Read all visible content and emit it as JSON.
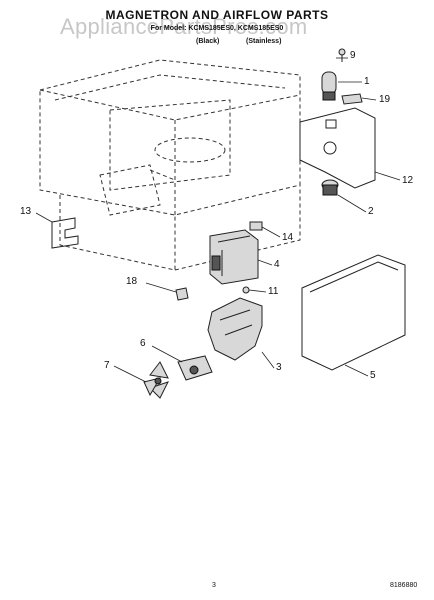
{
  "header": {
    "title": "MAGNETRON AND AIRFLOW PARTS",
    "subtitle": "For Model: KCMS185ES0, KCMS185ES0",
    "variants": [
      "(Black)",
      "(Stainless)"
    ]
  },
  "watermark": "AppliancePartsPros.com",
  "callouts": [
    {
      "id": "1",
      "label": "1"
    },
    {
      "id": "2",
      "label": "2"
    },
    {
      "id": "3",
      "label": "3"
    },
    {
      "id": "4",
      "label": "4"
    },
    {
      "id": "5",
      "label": "5"
    },
    {
      "id": "6",
      "label": "6"
    },
    {
      "id": "7",
      "label": "7"
    },
    {
      "id": "9",
      "label": "9"
    },
    {
      "id": "11",
      "label": "11"
    },
    {
      "id": "12",
      "label": "12"
    },
    {
      "id": "13",
      "label": "13"
    },
    {
      "id": "14",
      "label": "14"
    },
    {
      "id": "18",
      "label": "18"
    },
    {
      "id": "19",
      "label": "19"
    }
  ],
  "footer": {
    "page_number": "3",
    "part_code": "8186880"
  }
}
